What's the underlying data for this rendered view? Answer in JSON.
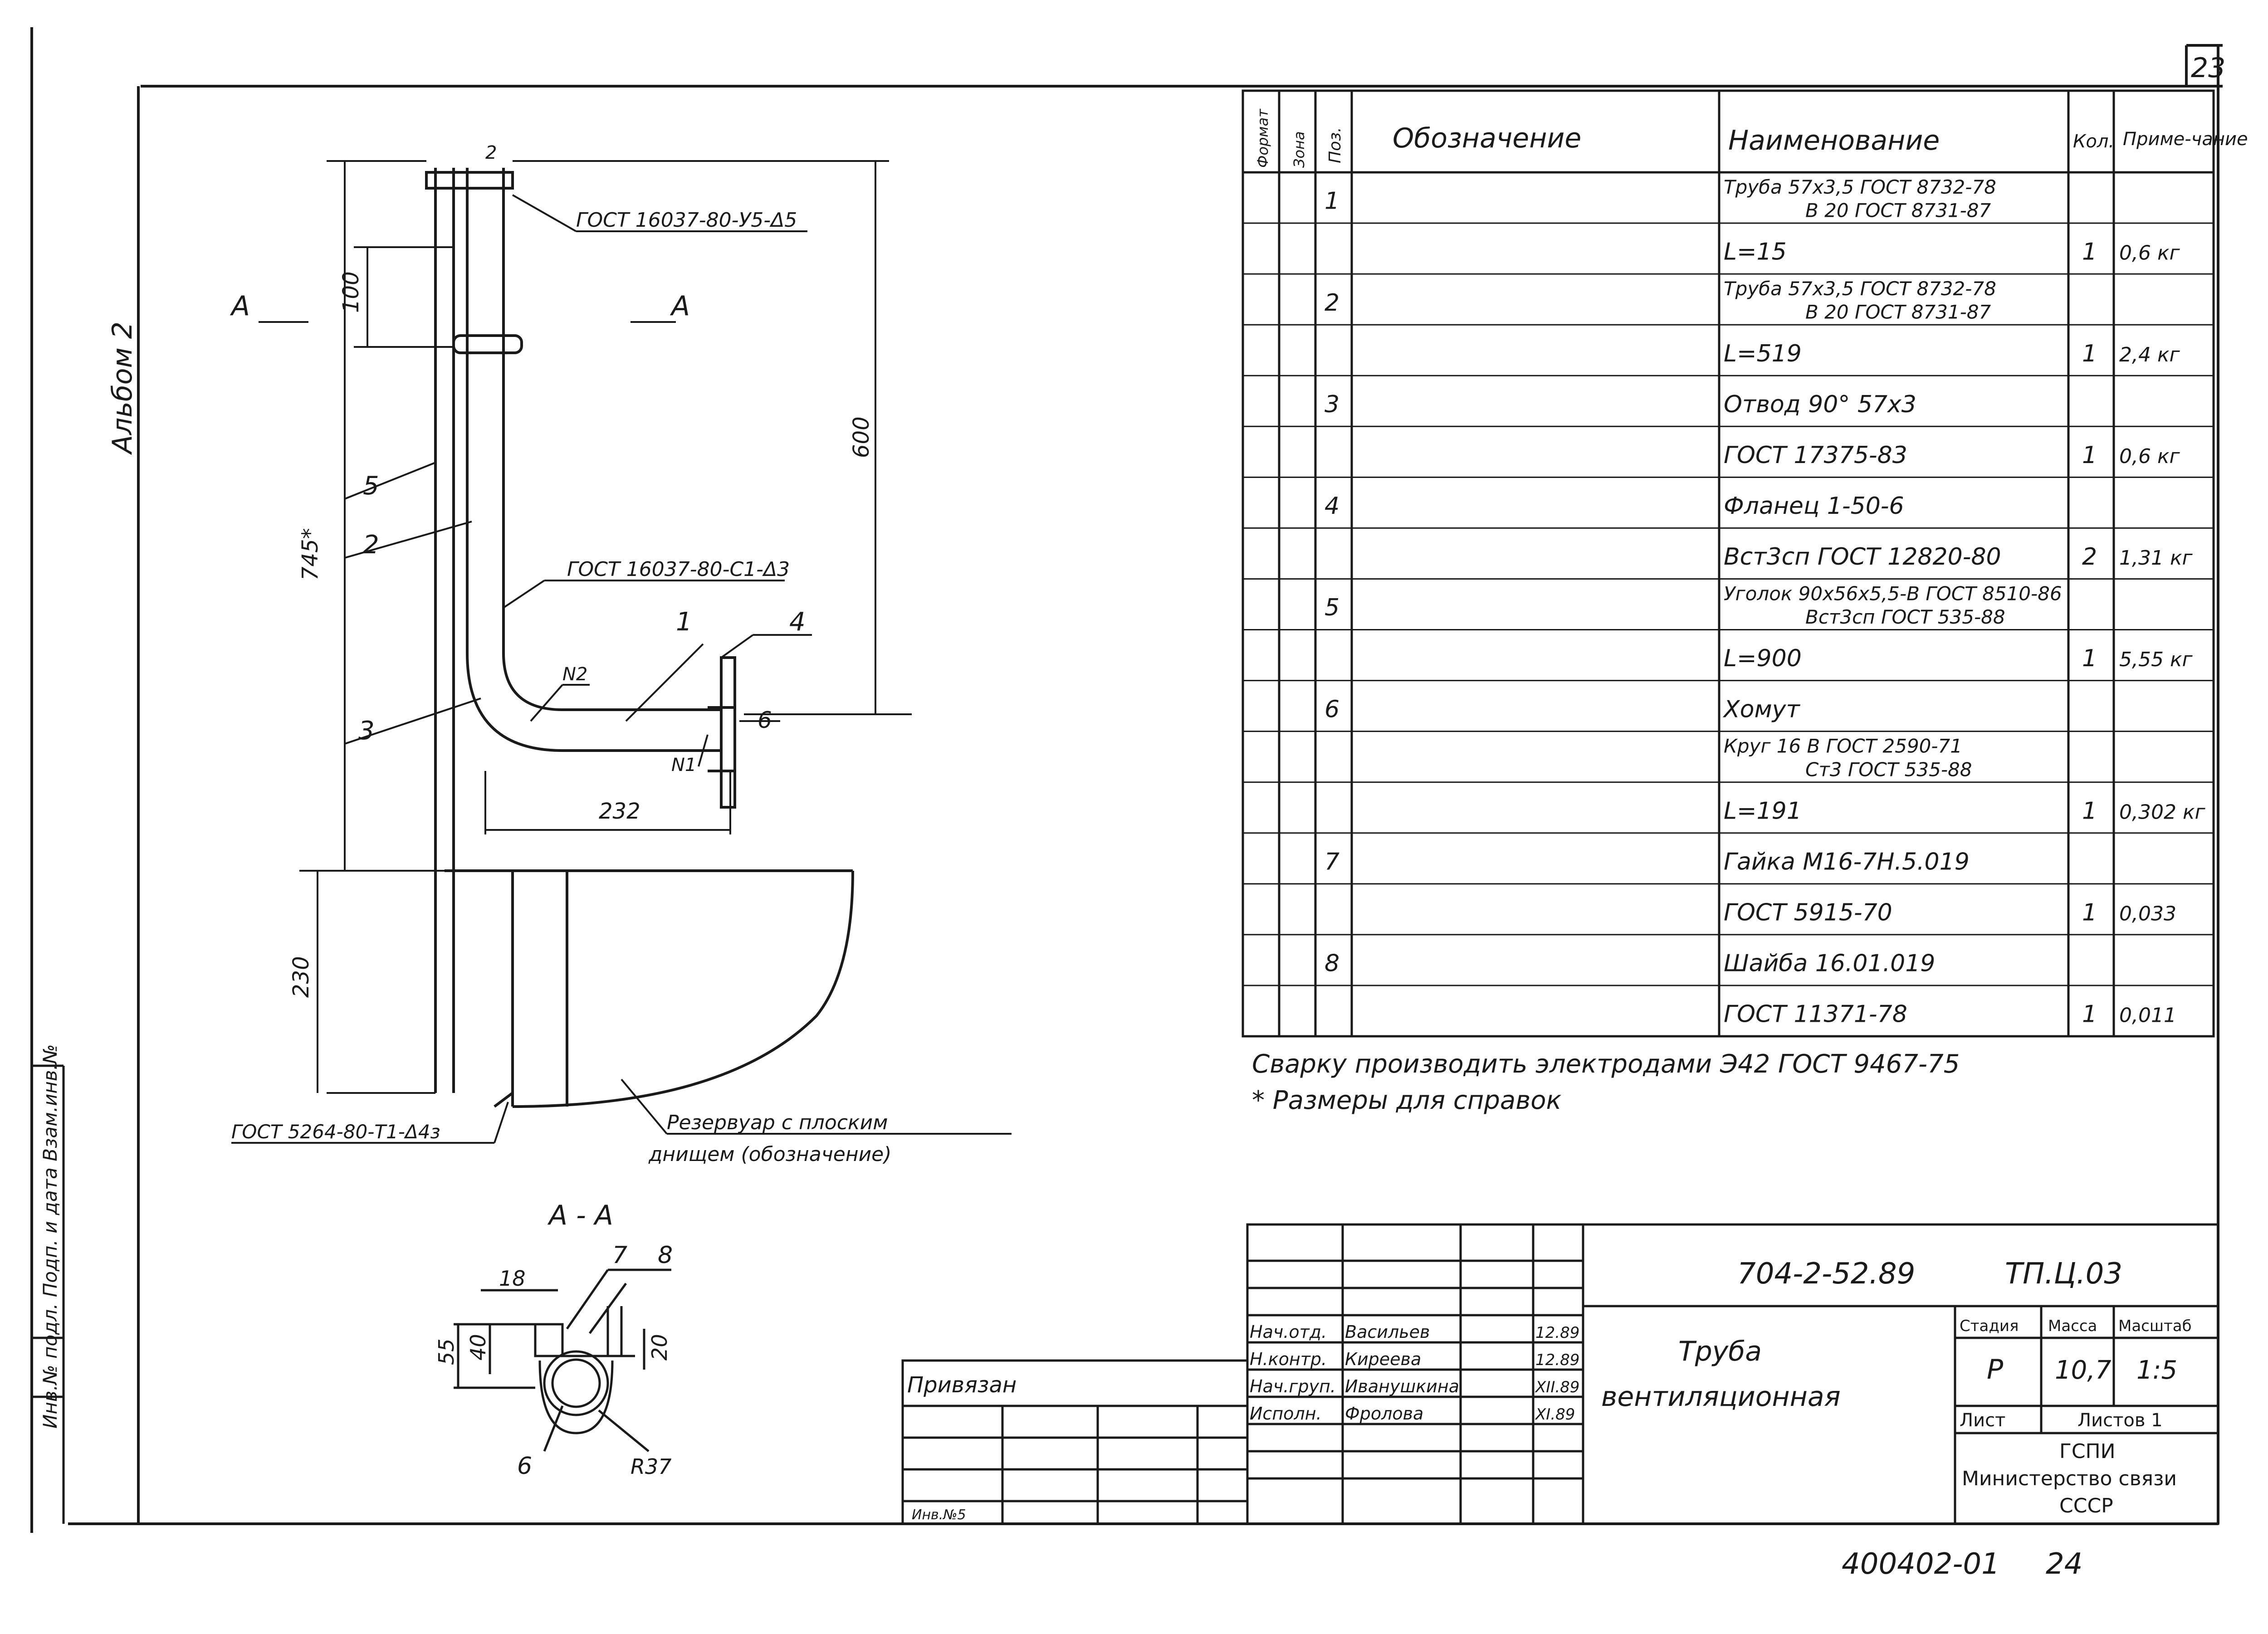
{
  "sheet": {
    "corner_number": "23",
    "album_label": "Альбом 2",
    "sidebar_stamp": "Инв.№ подл. Подп. и дата Взам.инв.№",
    "bottom_code": "400402-01",
    "bottom_page": "24",
    "small_code": "Инв.№5"
  },
  "drawing": {
    "section_marks": [
      "А",
      "А"
    ],
    "weld_top": "ГОСТ 16037-80-У5-Δ5",
    "weld_mid": "ГОСТ 16037-80-С1-Δ3",
    "weld_bottom": "ГОСТ 5264-80-Т1-Δ4з",
    "reservoir_note_1": "Резервуар с плоским",
    "reservoir_note_2": "днищем (обозначение)",
    "dims": {
      "d100": "100",
      "d600": "600",
      "d745": "745*",
      "d232": "232",
      "d230": "230"
    },
    "leaders": {
      "p1": "1",
      "p2": "2",
      "p3": "3",
      "p4": "4",
      "p5": "5",
      "p6": "6",
      "n1": "N1",
      "n2": "N2",
      "w2": "2"
    },
    "section_title": "А - А",
    "section_dims": {
      "d18": "18",
      "d55": "55",
      "d40": "40",
      "d20": "20",
      "r37": "R37",
      "p6": "6",
      "p7": "7",
      "p8": "8"
    }
  },
  "spec_table": {
    "headers": {
      "format": "Формат",
      "zone": "Зона",
      "pos": "Поз.",
      "designation": "Обозначение",
      "name": "Наименование",
      "qty": "Кол.",
      "note": "Приме-чание"
    },
    "rows": [
      {
        "pos": "1",
        "name": "Труба 57х3,5 ГОСТ 8732-78",
        "name2": "В 20 ГОСТ 8731-87",
        "qty": "",
        "note": ""
      },
      {
        "pos": "",
        "name": "L=15",
        "name2": "",
        "qty": "1",
        "note": "0,6 кг"
      },
      {
        "pos": "2",
        "name": "Труба 57х3,5 ГОСТ 8732-78",
        "name2": "В 20 ГОСТ 8731-87",
        "qty": "",
        "note": ""
      },
      {
        "pos": "",
        "name": "L=519",
        "name2": "",
        "qty": "1",
        "note": "2,4 кг"
      },
      {
        "pos": "3",
        "name": "Отвод 90° 57х3",
        "name2": "",
        "qty": "",
        "note": ""
      },
      {
        "pos": "",
        "name": "ГОСТ 17375-83",
        "name2": "",
        "qty": "1",
        "note": "0,6 кг"
      },
      {
        "pos": "4",
        "name": "Фланец 1-50-6",
        "name2": "",
        "qty": "",
        "note": ""
      },
      {
        "pos": "",
        "name": "Вст3сп ГОСТ 12820-80",
        "name2": "",
        "qty": "2",
        "note": "1,31 кг"
      },
      {
        "pos": "5",
        "name": "Уголок 90х56х5,5-В ГОСТ 8510-86",
        "name2": "Вст3сп ГОСТ 535-88",
        "qty": "",
        "note": ""
      },
      {
        "pos": "",
        "name": "L=900",
        "name2": "",
        "qty": "1",
        "note": "5,55 кг"
      },
      {
        "pos": "6",
        "name": "Хомут",
        "name2": "",
        "qty": "",
        "note": ""
      },
      {
        "pos": "",
        "name": "Круг 16 В ГОСТ 2590-71",
        "name2": "Ст3 ГОСТ 535-88",
        "qty": "",
        "note": ""
      },
      {
        "pos": "",
        "name": "L=191",
        "name2": "",
        "qty": "1",
        "note": "0,302 кг"
      },
      {
        "pos": "7",
        "name": "Гайка М16-7Н.5.019",
        "name2": "",
        "qty": "",
        "note": ""
      },
      {
        "pos": "",
        "name": "ГОСТ 5915-70",
        "name2": "",
        "qty": "1",
        "note": "0,033"
      },
      {
        "pos": "8",
        "name": "Шайба 16.01.019",
        "name2": "",
        "qty": "",
        "note": ""
      },
      {
        "pos": "",
        "name": "ГОСТ 11371-78",
        "name2": "",
        "qty": "1",
        "note": "0,011"
      }
    ]
  },
  "notes": {
    "line1": "Сварку производить электродами Э42 ГОСТ 9467-75",
    "line2": "* Размеры для справок"
  },
  "title_block": {
    "doc_code": "704-2-52.89",
    "sheet_code": "ТП.Ц.03",
    "title_1": "Труба",
    "title_2": "вентиляционная",
    "privyazan": "Привязан",
    "people": [
      {
        "role": "Нач.отд.",
        "name": "Васильев",
        "date": "12.89"
      },
      {
        "role": "Н.контр.",
        "name": "Киреева",
        "date": "12.89"
      },
      {
        "role": "Нач.груп.",
        "name": "Иванушкина",
        "date": "XII.89"
      },
      {
        "role": "Исполн.",
        "name": "Фролова",
        "date": "XI.89"
      }
    ],
    "stage_label": "Стадия",
    "mass_label": "Масса",
    "scale_label": "Масштаб",
    "stage": "Р",
    "mass": "10,7",
    "scale": "1:5",
    "sheet_label": "Лист",
    "sheets_label": "Листов 1",
    "org_1": "ГСПИ",
    "org_2": "Министерство связи",
    "org_3": "СССР"
  }
}
